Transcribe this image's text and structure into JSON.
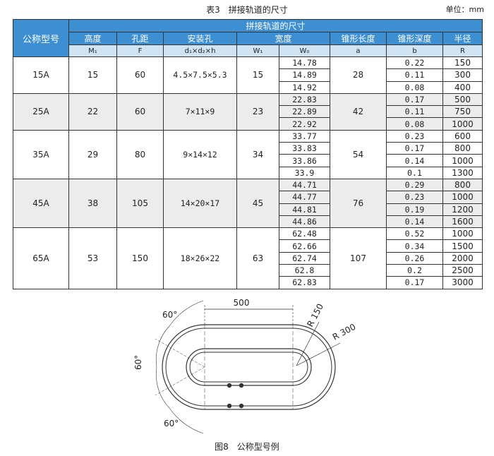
{
  "table": {
    "caption": "表3　拼接轨道的尺寸",
    "unit": "单位：mm",
    "header_group": "拼接轨道的尺寸",
    "col_model": "公称型号",
    "columns": [
      "高度",
      "孔距",
      "安装孔",
      "宽度",
      "锥形长度",
      "锥形深度",
      "半径"
    ],
    "symbols": [
      "M₁",
      "F",
      "d₁×d₂×h",
      "W₁",
      "W₀",
      "a",
      "b",
      "R"
    ],
    "rows": [
      {
        "model": "15A",
        "height": "15",
        "pitch": "60",
        "holes": "4.5×7.5×5.3",
        "w1": "15",
        "a": "28",
        "sub": [
          {
            "w0": "14.78",
            "b": "0.22",
            "r": "150"
          },
          {
            "w0": "14.89",
            "b": "0.11",
            "r": "300"
          },
          {
            "w0": "14.92",
            "b": "0.08",
            "r": "400"
          }
        ]
      },
      {
        "model": "25A",
        "height": "22",
        "pitch": "60",
        "holes": "7×11×9",
        "w1": "23",
        "a": "42",
        "sub": [
          {
            "w0": "22.83",
            "b": "0.17",
            "r": "500"
          },
          {
            "w0": "22.89",
            "b": "0.11",
            "r": "750"
          },
          {
            "w0": "22.92",
            "b": "0.08",
            "r": "1000"
          }
        ]
      },
      {
        "model": "35A",
        "height": "29",
        "pitch": "80",
        "holes": "9×14×12",
        "w1": "34",
        "a": "54",
        "sub": [
          {
            "w0": "33.77",
            "b": "0.23",
            "r": "600"
          },
          {
            "w0": "33.83",
            "b": "0.17",
            "r": "800"
          },
          {
            "w0": "33.86",
            "b": "0.14",
            "r": "1000"
          },
          {
            "w0": "33.9",
            "b": "0.1",
            "r": "1300"
          }
        ]
      },
      {
        "model": "45A",
        "height": "38",
        "pitch": "105",
        "holes": "14×20×17",
        "w1": "45",
        "a": "76",
        "sub": [
          {
            "w0": "44.71",
            "b": "0.29",
            "r": "800"
          },
          {
            "w0": "44.77",
            "b": "0.23",
            "r": "1000"
          },
          {
            "w0": "44.81",
            "b": "0.19",
            "r": "1200"
          },
          {
            "w0": "44.86",
            "b": "0.14",
            "r": "1600"
          }
        ]
      },
      {
        "model": "65A",
        "height": "53",
        "pitch": "150",
        "holes": "18×26×22",
        "w1": "63",
        "a": "107",
        "sub": [
          {
            "w0": "62.48",
            "b": "0.52",
            "r": "1000"
          },
          {
            "w0": "62.66",
            "b": "0.34",
            "r": "1500"
          },
          {
            "w0": "62.74",
            "b": "0.26",
            "r": "2000"
          },
          {
            "w0": "62.8",
            "b": "0.2",
            "r": "2500"
          },
          {
            "w0": "62.83",
            "b": "0.17",
            "r": "3000"
          }
        ]
      }
    ]
  },
  "figure": {
    "dim_length": "500",
    "radius_inner": "R 150",
    "radius_outer": "R 300",
    "angle_top": "60°",
    "angle_left": "60°",
    "angle_bottom": "60°",
    "caption": "图8　公称型号例"
  },
  "colors": {
    "header": "#3d8fd1",
    "subheader": "#cfe3f3",
    "shade": "#ececec"
  }
}
